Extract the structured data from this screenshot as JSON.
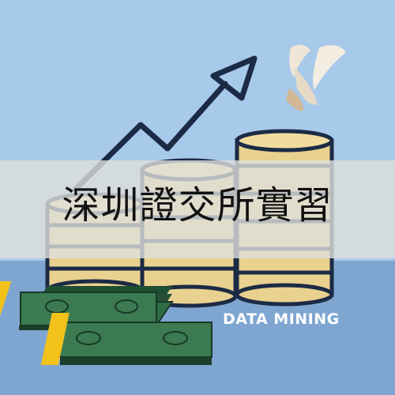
{
  "banner": {
    "title": "深圳證交所實習"
  },
  "caption": {
    "text": "DATA MINING"
  },
  "colors": {
    "sky": "#a7c9ea",
    "lower_background": "#7fa6d1",
    "coin_fill": "#e9d18f",
    "coin_outline": "#1c2b45",
    "arrow": "#1c2b45",
    "banknote": "#2f6b45",
    "band": "#f2c21b",
    "caption_text": "#ffffff"
  },
  "icons": [
    "rising-arrow-icon",
    "coin-stack-icon",
    "banknote-bundle-icon",
    "logo-mark"
  ]
}
